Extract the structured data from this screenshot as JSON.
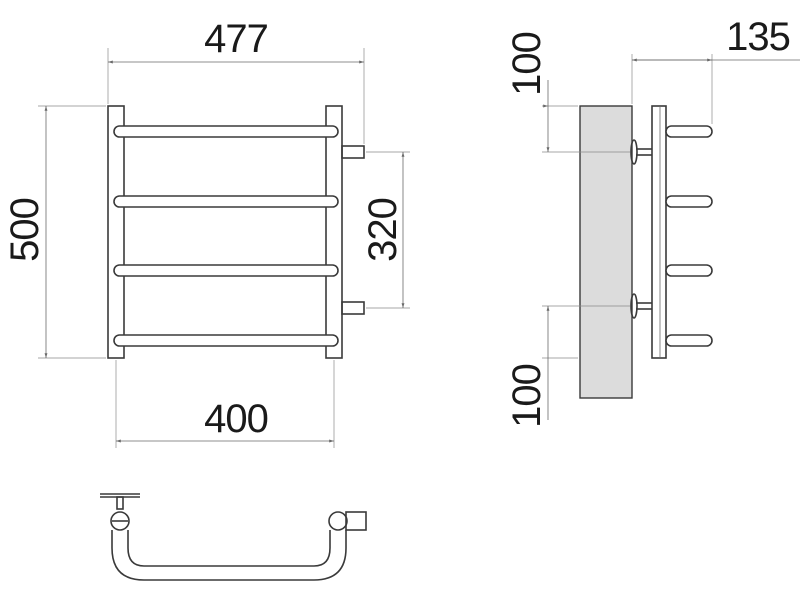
{
  "front_view": {
    "width_overall": "477",
    "height_overall": "500",
    "connection_spacing": "320",
    "width_between_rails": "400",
    "rung_count": 4
  },
  "side_view": {
    "depth": "135",
    "top_offset": "100",
    "bottom_offset": "100"
  },
  "colors": {
    "line": "#3a3a3a",
    "wall": "#dcdcdc",
    "dimension": "#1a1a1a"
  }
}
